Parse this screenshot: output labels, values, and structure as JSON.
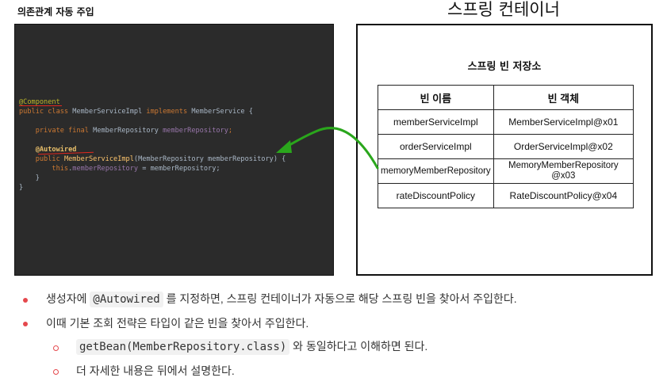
{
  "left_title": "의존관계 자동 주입",
  "right_title": "스프링 컨테이너",
  "code": {
    "l1_ann": "@Component",
    "l2_public": "public class",
    "l2_class": " MemberServiceImpl ",
    "l2_impl": "implements",
    "l2_rest": " MemberService {",
    "l3_kw": "private final",
    "l3_type": " MemberRepository ",
    "l3_field": "memberRepository",
    "l3_end": ";",
    "l4_ann": "@Autowired",
    "l5_kw": "public",
    "l5_method": "MemberServiceImpl",
    "l5_rest": "(MemberRepository memberRepository) {",
    "l6_this": "this",
    "l6_dot": ".",
    "l6_field": "memberRepository",
    "l6_rest": " = memberRepository;",
    "l7": "}",
    "l8": "}"
  },
  "container": {
    "store_title": "스프링 빈 저장소",
    "headers": [
      "빈 이름",
      "빈 객체"
    ],
    "rows": [
      {
        "name": "memberServiceImpl",
        "object": "MemberServiceImpl@x01"
      },
      {
        "name": "orderServiceImpl",
        "object": "OrderServiceImpl@x02"
      },
      {
        "name": "memoryMemberRepository",
        "object": "MemoryMemberRepository @x03"
      },
      {
        "name": "rateDiscountPolicy",
        "object": "RateDiscountPolicy@x04"
      }
    ]
  },
  "notes": {
    "b1_pre": "생성자에 ",
    "b1_code": "@Autowired",
    "b1_post": " 를 지정하면, 스프링 컨테이너가 자동으로 해당 스프링 빈을 찾아서 주입한다.",
    "b2": "이때 기본 조회 전략은 타입이 같은 빈을 찾아서 주입한다.",
    "b3_code": "getBean(MemberRepository.class)",
    "b3_post": " 와 동일하다고 이해하면 된다.",
    "b4": "더 자세한 내용은 뒤에서 설명한다."
  },
  "colors": {
    "arrow": "#2aa61c",
    "underline": "#e3271d",
    "bullet": "#e5484d",
    "code_bg": "#2b2b2b"
  }
}
